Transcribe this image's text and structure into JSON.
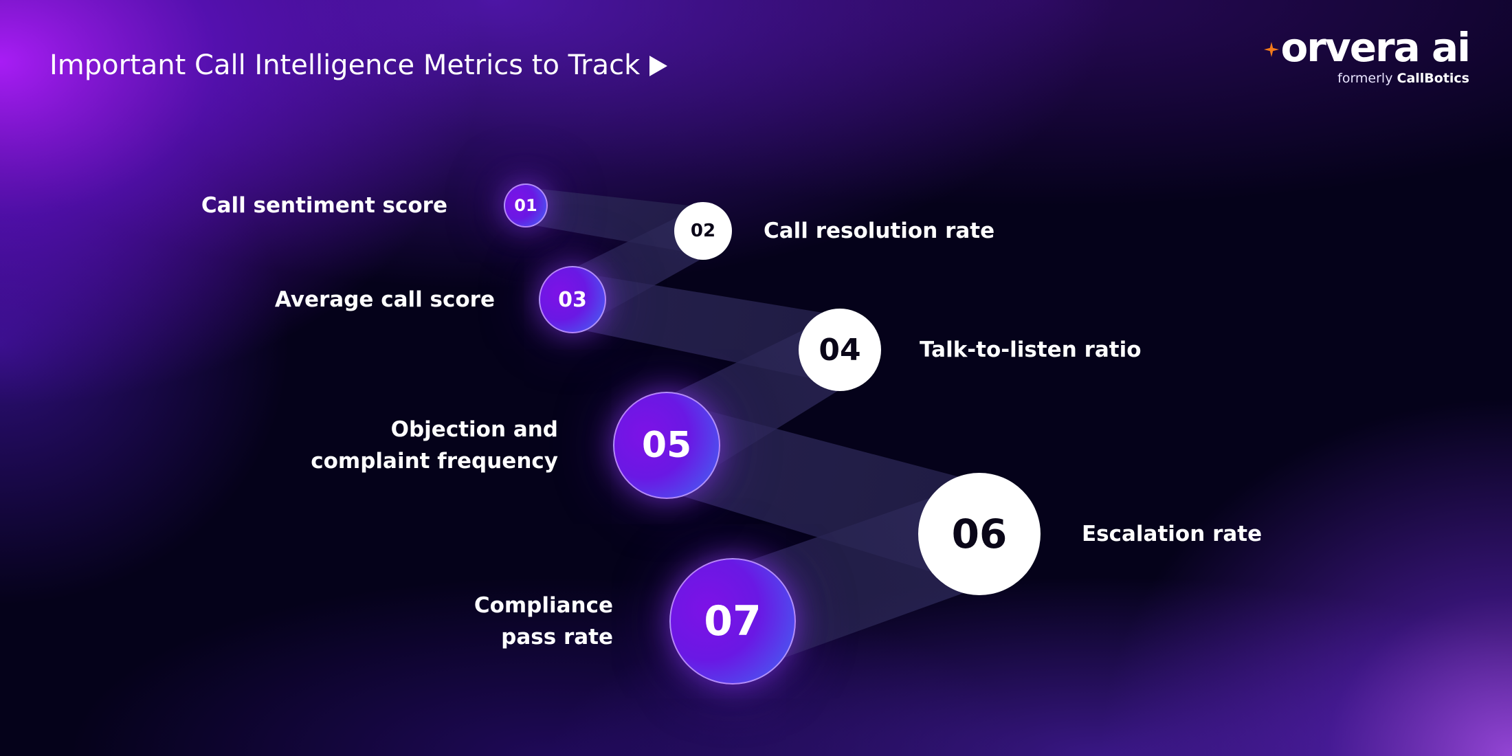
{
  "header": {
    "title": "Important Call Intelligence Metrics to Track",
    "play_icon": "play-triangle-icon"
  },
  "logo": {
    "name": "orvera ai",
    "sub_prefix": "formerly",
    "sub_brand": "CallBotics",
    "spark_color": "#f27a1a"
  },
  "colors": {
    "node_purple": "#6a18e4",
    "node_blue": "#3b7cff",
    "node_white": "#ffffff",
    "connector": "#2a2550"
  },
  "metrics": [
    {
      "number": "01",
      "label_lines": [
        "Call sentiment score"
      ]
    },
    {
      "number": "02",
      "label_lines": [
        "Call resolution rate"
      ]
    },
    {
      "number": "03",
      "label_lines": [
        "Average call score"
      ]
    },
    {
      "number": "04",
      "label_lines": [
        "Talk-to-listen ratio"
      ]
    },
    {
      "number": "05",
      "label_lines": [
        "Objection and",
        "complaint frequency"
      ]
    },
    {
      "number": "06",
      "label_lines": [
        "Escalation rate"
      ]
    },
    {
      "number": "07",
      "label_lines": [
        "Compliance",
        "pass rate"
      ]
    }
  ]
}
